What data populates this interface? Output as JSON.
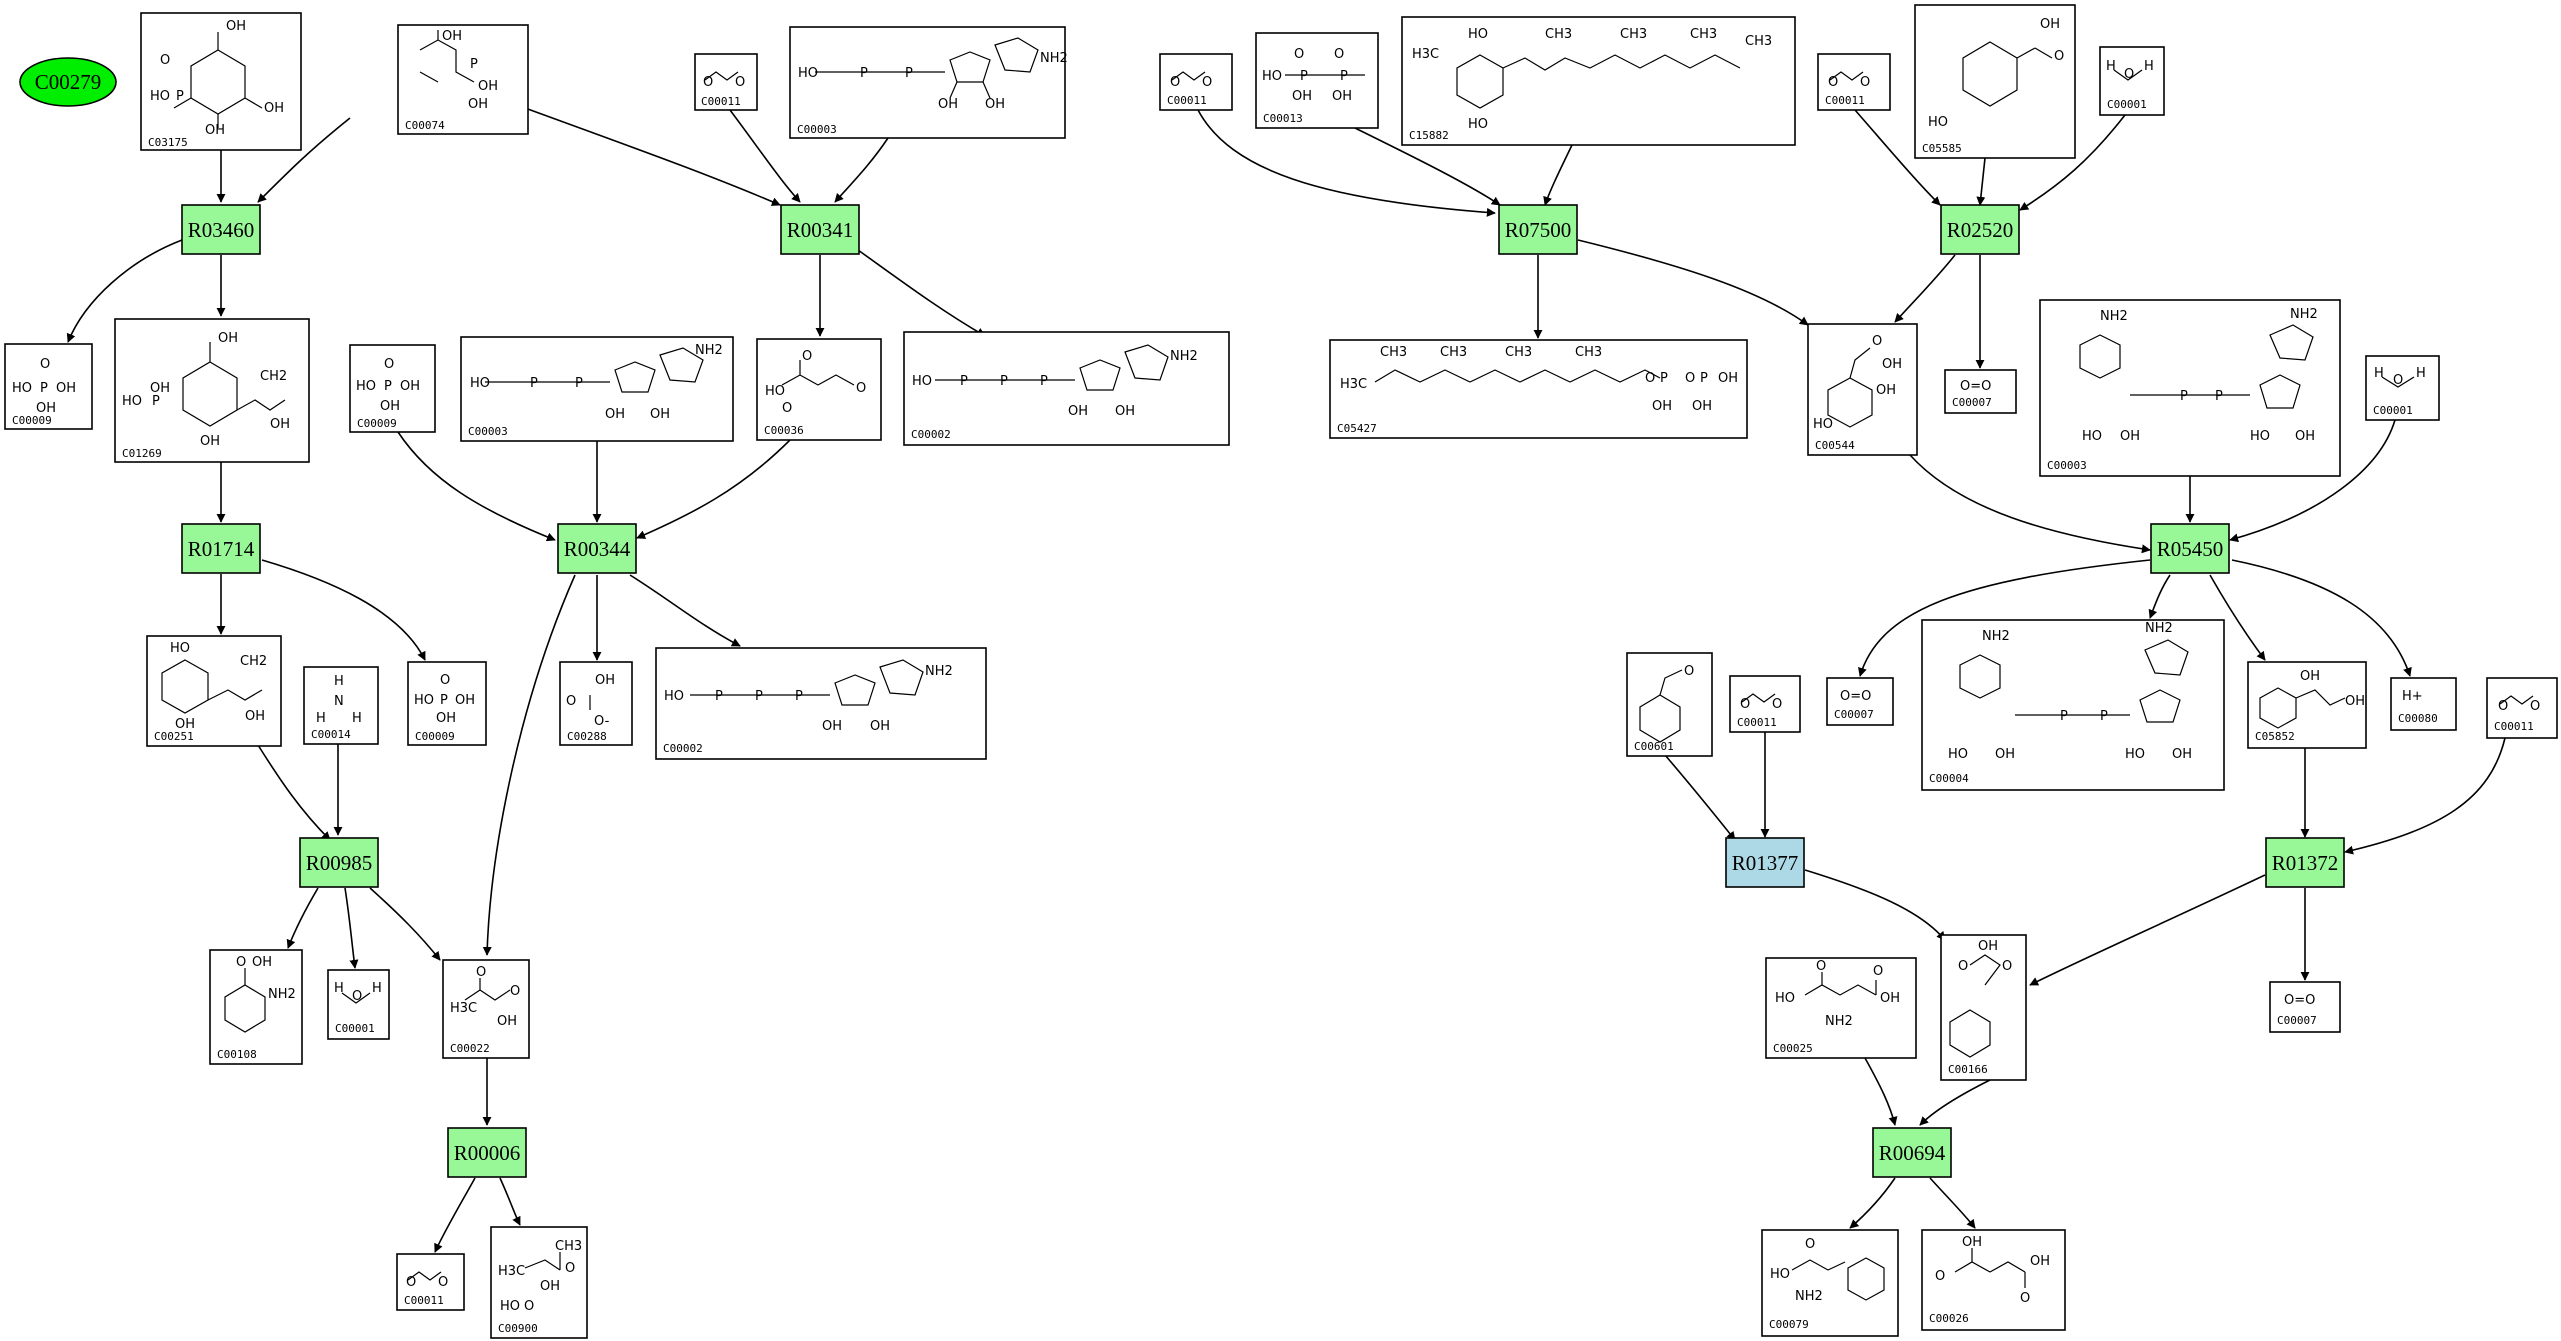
{
  "start_node": {
    "label": "C00279",
    "fill": "#00ee00"
  },
  "colors": {
    "reaction": "#98f898",
    "reaction_alt": "#add8e6"
  },
  "reactions": [
    {
      "id": "R03460",
      "variant": "normal"
    },
    {
      "id": "R00341",
      "variant": "normal"
    },
    {
      "id": "R01714",
      "variant": "normal"
    },
    {
      "id": "R00344",
      "variant": "normal"
    },
    {
      "id": "R00985",
      "variant": "normal"
    },
    {
      "id": "R00006",
      "variant": "normal"
    },
    {
      "id": "R07500",
      "variant": "normal"
    },
    {
      "id": "R02520",
      "variant": "normal"
    },
    {
      "id": "R05450",
      "variant": "normal"
    },
    {
      "id": "R01377",
      "variant": "alt"
    },
    {
      "id": "R01372",
      "variant": "normal"
    },
    {
      "id": "R00694",
      "variant": "normal"
    }
  ],
  "compounds": [
    {
      "id": "C03175"
    },
    {
      "id": "C00074"
    },
    {
      "id": "C00011",
      "key": "c00011a"
    },
    {
      "id": "C00003",
      "key": "c00003a"
    },
    {
      "id": "C00009",
      "key": "c00009a"
    },
    {
      "id": "C01269"
    },
    {
      "id": "C00009",
      "key": "c00009b"
    },
    {
      "id": "C00003",
      "key": "c00003b"
    },
    {
      "id": "C00036"
    },
    {
      "id": "C00002",
      "key": "c00002a"
    },
    {
      "id": "C00251"
    },
    {
      "id": "C00014"
    },
    {
      "id": "C00009",
      "key": "c00009c"
    },
    {
      "id": "C00288"
    },
    {
      "id": "C00002",
      "key": "c00002b"
    },
    {
      "id": "C00108"
    },
    {
      "id": "C00001",
      "key": "c00001a"
    },
    {
      "id": "C00022"
    },
    {
      "id": "C00011",
      "key": "c00011b"
    },
    {
      "id": "C00900"
    },
    {
      "id": "C00011",
      "key": "c00011c"
    },
    {
      "id": "C00013"
    },
    {
      "id": "C15882"
    },
    {
      "id": "C00011",
      "key": "c00011d"
    },
    {
      "id": "C05585"
    },
    {
      "id": "C00001",
      "key": "c00001b"
    },
    {
      "id": "C05427"
    },
    {
      "id": "C00544"
    },
    {
      "id": "C00007",
      "key": "c00007a"
    },
    {
      "id": "C00003",
      "key": "c00003c"
    },
    {
      "id": "C00001",
      "key": "c00001c"
    },
    {
      "id": "C00601"
    },
    {
      "id": "C00011",
      "key": "c00011e"
    },
    {
      "id": "C00007",
      "key": "c00007b"
    },
    {
      "id": "C00004"
    },
    {
      "id": "C05852"
    },
    {
      "id": "C00080"
    },
    {
      "id": "C00011",
      "key": "c00011f"
    },
    {
      "id": "C00025"
    },
    {
      "id": "C00166"
    },
    {
      "id": "C00007",
      "key": "c00007c"
    },
    {
      "id": "C00079"
    },
    {
      "id": "C00026"
    }
  ],
  "atoms": {
    "oh": "OH",
    "ho": "HO",
    "o": "O",
    "p": "P",
    "n": "N",
    "nh2": "NH2",
    "h": "H",
    "h3c": "H3C",
    "ch3": "CH3",
    "ch2": "CH2",
    "hplus": "H+",
    "oeqo": "O=O",
    "hoh": "H   H",
    "ominus": "O-"
  }
}
